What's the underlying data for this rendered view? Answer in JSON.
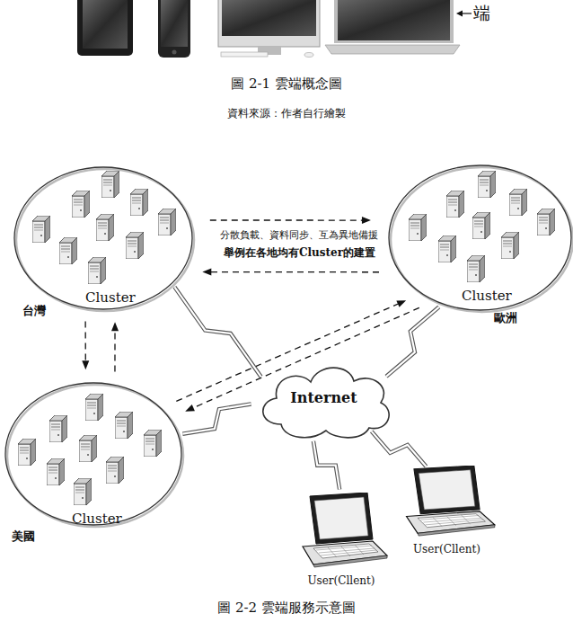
{
  "diagram": {
    "caption": "圖 2-2 雲端服務示意圖",
    "nodes": [
      {
        "text": [
          "Cluster",
          "台灣"
        ]
      },
      {
        "text": [
          "Cluster",
          "歐洲"
        ]
      },
      {
        "text": [
          "Cluster",
          "美國"
        ]
      },
      {
        "text": [
          "Internet"
        ]
      },
      {
        "text": [
          "User(Cllent)"
        ]
      },
      {
        "text": [
          "User(Cllent)"
        ]
      }
    ],
    "edges": [
      {
        "from": 0,
        "to": 1,
        "arrow": "to"
      },
      {
        "from": 1,
        "to": 0,
        "arrow": "to"
      },
      {
        "from": 0,
        "to": 2,
        "arrow": "to"
      },
      {
        "from": 2,
        "to": 0,
        "arrow": "to"
      },
      {
        "from": 2,
        "to": 1,
        "arrow": "to"
      },
      {
        "from": 1,
        "to": 2,
        "arrow": "to"
      },
      {
        "from": 0,
        "to": 3,
        "arrow": "none"
      },
      {
        "from": 1,
        "to": 3,
        "arrow": "none"
      },
      {
        "from": 2,
        "to": 3,
        "arrow": "none"
      },
      {
        "from": 3,
        "to": 4,
        "arrow": "none"
      },
      {
        "from": 3,
        "to": 5,
        "arrow": "none"
      }
    ],
    "labels": [
      "端",
      "圖 2-1 雲端概念圖",
      "資料來源：作者自行繪製",
      "分散負載、資料同步、互為異地備援",
      "舉例在各地均有Cluster的建置"
    ]
  }
}
